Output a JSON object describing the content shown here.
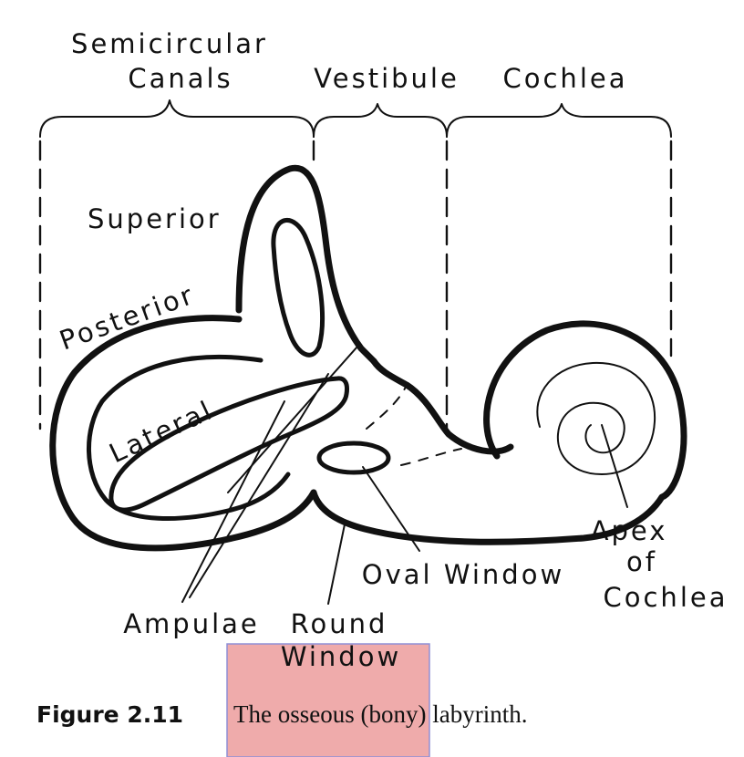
{
  "diagram": {
    "regions": {
      "semicircular_canals_line1": "Semicircular",
      "semicircular_canals_line2": "Canals",
      "vestibule": "Vestibule",
      "cochlea": "Cochlea"
    },
    "labels": {
      "superior": "Superior",
      "posterior": "Posterior",
      "lateral": "Lateral",
      "apex_line1": "Apex",
      "apex_line2": "of",
      "apex_line3": "Cochlea",
      "oval_window": "Oval Window",
      "ampulae": "Ampulae",
      "round_window_line1": "Round",
      "round_window_line2": "Window"
    }
  },
  "caption": {
    "label": "Figure 2.11",
    "text": "The osseous (bony) labyrinth."
  },
  "colors": {
    "ink": "#111111",
    "highlight": "#e57373",
    "highlight_border": "#8f8fd6",
    "background": "#ffffff"
  }
}
